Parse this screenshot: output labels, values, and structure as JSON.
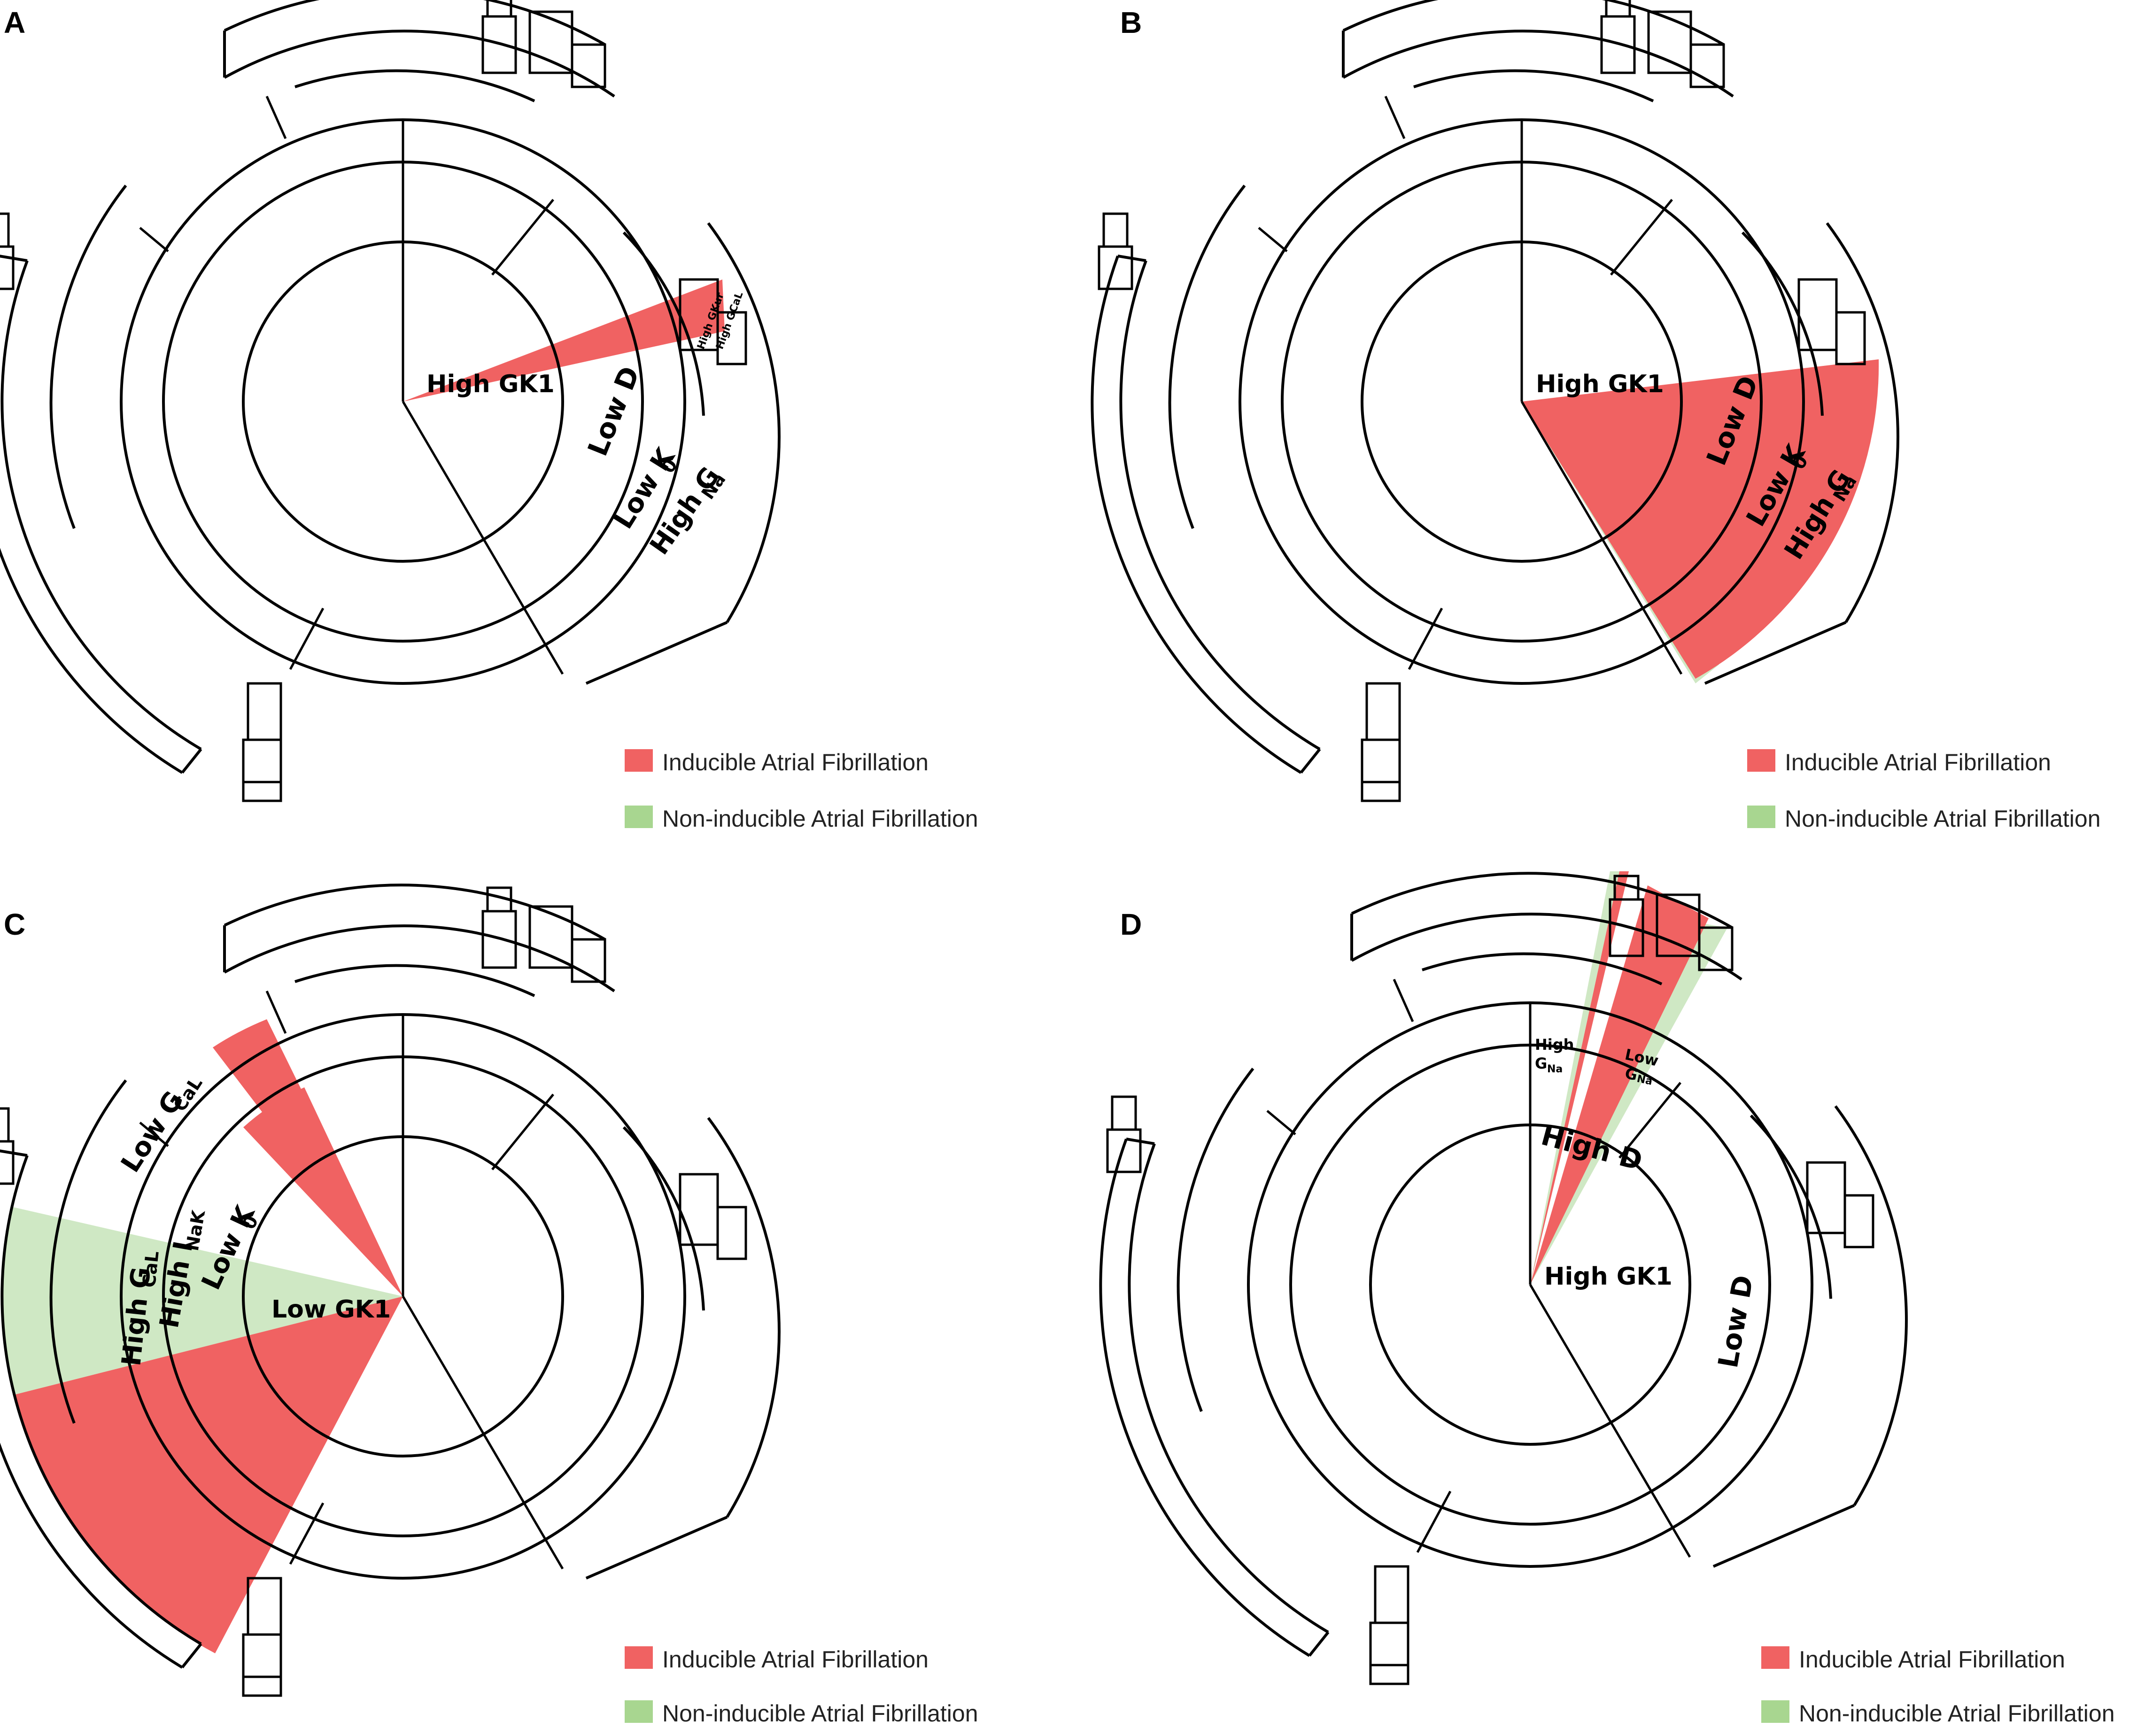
{
  "panels": [
    {
      "letter": "A",
      "labels": [
        "High GK1",
        "Low D",
        "Low K",
        "0",
        "High G",
        "Na",
        "High GKur",
        "High GCaL"
      ]
    },
    {
      "letter": "B",
      "labels": [
        "High GK1",
        "Low D",
        "Low K",
        "0",
        "High G",
        "Na"
      ]
    },
    {
      "letter": "C",
      "labels": [
        "Low GK1",
        "Low K",
        "0",
        "High I",
        "NaK",
        "High G",
        "CaL",
        "Low G",
        "CaL"
      ]
    },
    {
      "letter": "D",
      "labels": [
        "High GK1",
        "Low D",
        "High D",
        "High",
        "G",
        "Na",
        "Low",
        "G",
        "Na"
      ]
    }
  ],
  "legend": {
    "inducible": "Inducible Atrial Fibrillation",
    "non_inducible": "Non-inducible Atrial Fibrillation"
  },
  "colors": {
    "inducible": "#f06262",
    "non_inducible": "#cfe8c4",
    "line": "#000000"
  }
}
